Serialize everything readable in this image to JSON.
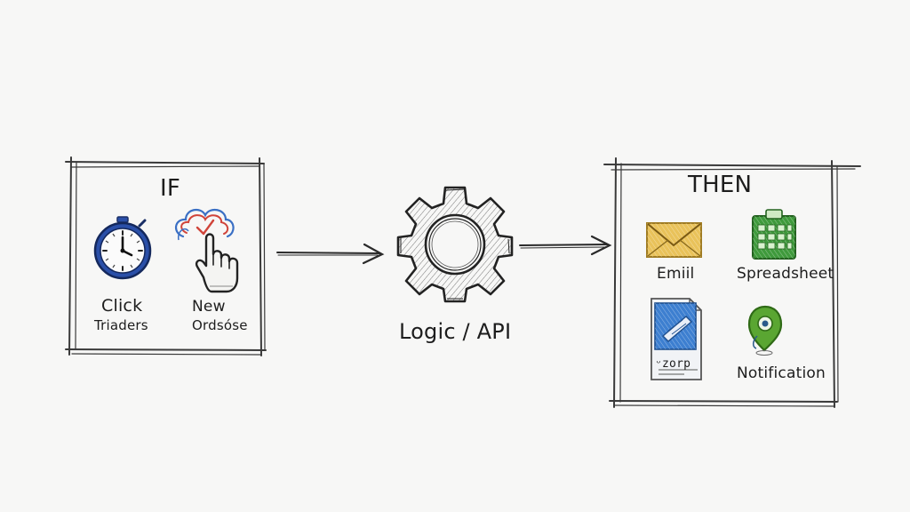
{
  "if_panel": {
    "title": "IF",
    "triggers": [
      {
        "icon": "stopwatch-icon",
        "line1": "Click",
        "line2": "Triaders"
      },
      {
        "icon": "cloud-hand-pointer-icon",
        "line1": "New",
        "line2": "Ordsóse"
      }
    ]
  },
  "center": {
    "icon": "gear-icon",
    "label": "Logic / API"
  },
  "then_panel": {
    "title": "THEN",
    "actions": [
      {
        "icon": "envelope-icon",
        "label": "Emiil"
      },
      {
        "icon": "spreadsheet-icon",
        "label": "Spreadsheet"
      },
      {
        "icon": "document-icon",
        "label": "ᵕzorp"
      },
      {
        "icon": "location-pin-icon",
        "label": "Notification"
      }
    ]
  },
  "colors": {
    "ink": "#1e1e1e",
    "clock_blue": "#2a4fa8",
    "cloud_red": "#d0443a",
    "cloud_blue": "#3a6fc4",
    "envelope_yellow": "#e9c25a",
    "sheet_green": "#3f9a3c",
    "doc_blue": "#3d7fd0",
    "pin_green": "#5aa632"
  }
}
